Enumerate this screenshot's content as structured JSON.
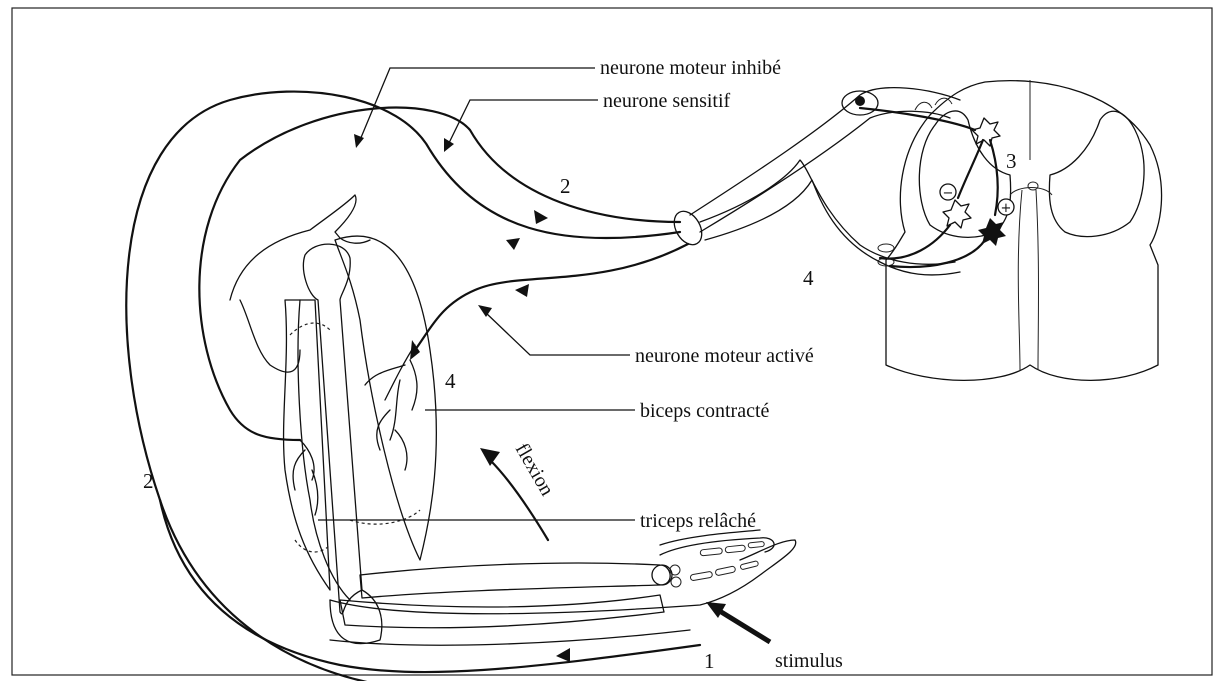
{
  "labels": {
    "neurone_moteur_inhibe": "neurone moteur inhibé",
    "neurone_sensitif": "neurone sensitif",
    "neurone_moteur_active": "neurone moteur activé",
    "biceps_contracte": "biceps contracté",
    "triceps_relache": "triceps relâché",
    "flexion": "flexion",
    "stimulus": "stimulus"
  },
  "numbers": {
    "step_1": "1",
    "step_2_upper": "2",
    "step_2_left": "2",
    "step_3": "3",
    "step_4_spinal": "4",
    "step_4_muscle": "4"
  },
  "signs": {
    "inhibitory": "−",
    "excitatory": "+"
  },
  "colors": {
    "ink": "#111111",
    "background": "#ffffff"
  }
}
